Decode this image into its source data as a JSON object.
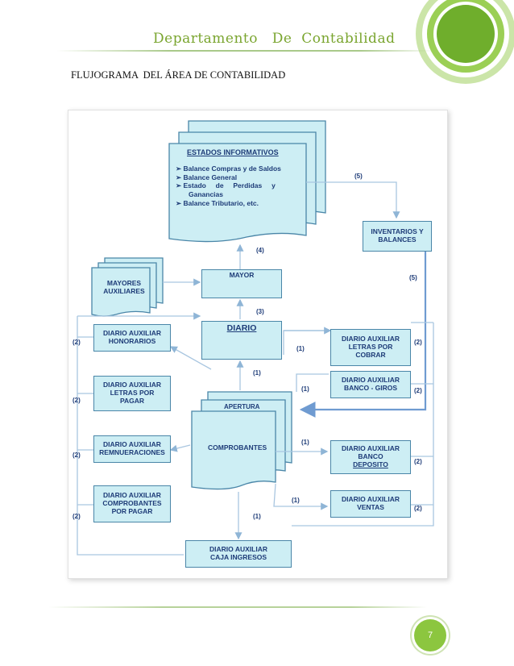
{
  "header": {
    "title": "Departamento   De  Contabilidad"
  },
  "heading": "FLUJOGRAMA  DEL ÁREA DE CONTABILIDAD",
  "flowchart": {
    "estados": {
      "title": "ESTADOS INFORMATIVOS",
      "items": [
        "Balance Compras y de Saldos",
        "Balance General",
        "Estado     de     Perdidas     y",
        "Ganancias",
        "Balance Tributario, etc."
      ]
    },
    "inventarios": "INVENTARIOS Y\nBALANCES",
    "mayores": "MAYORES\nAUXILIARES",
    "mayor": "MAYOR",
    "diario": "DIARIO",
    "apertura": "APERTURA",
    "comprobantes": "COMPROBANTES",
    "caja": "DIARIO AUXILIAR\nCAJA INGRESOS",
    "left": [
      "DIARIO AUXILIAR\nHONORARIOS",
      "DIARIO AUXILIAR\nLETRAS POR\nPAGAR",
      "DIARIO AUXILIAR\nREMNUERACIONES",
      "DIARIO AUXILIAR\nCOMPROBANTES\nPOR PAGAR"
    ],
    "right": [
      "DIARIO AUXILIAR\nLETRAS POR\nCOBRAR",
      "DIARIO AUXILIAR\nBANCO - GIROS",
      "DIARIO AUXILIAR\nBANCO",
      "DIARIO AUXILIAR\nVENTAS"
    ],
    "banco_deposito": "DEPOSITO",
    "labels": {
      "l1": "(1)",
      "l2": "(2)",
      "l3": "(3)",
      "l4": "(4)",
      "l5": "(5)"
    }
  },
  "footer": {
    "page_number": "7"
  }
}
